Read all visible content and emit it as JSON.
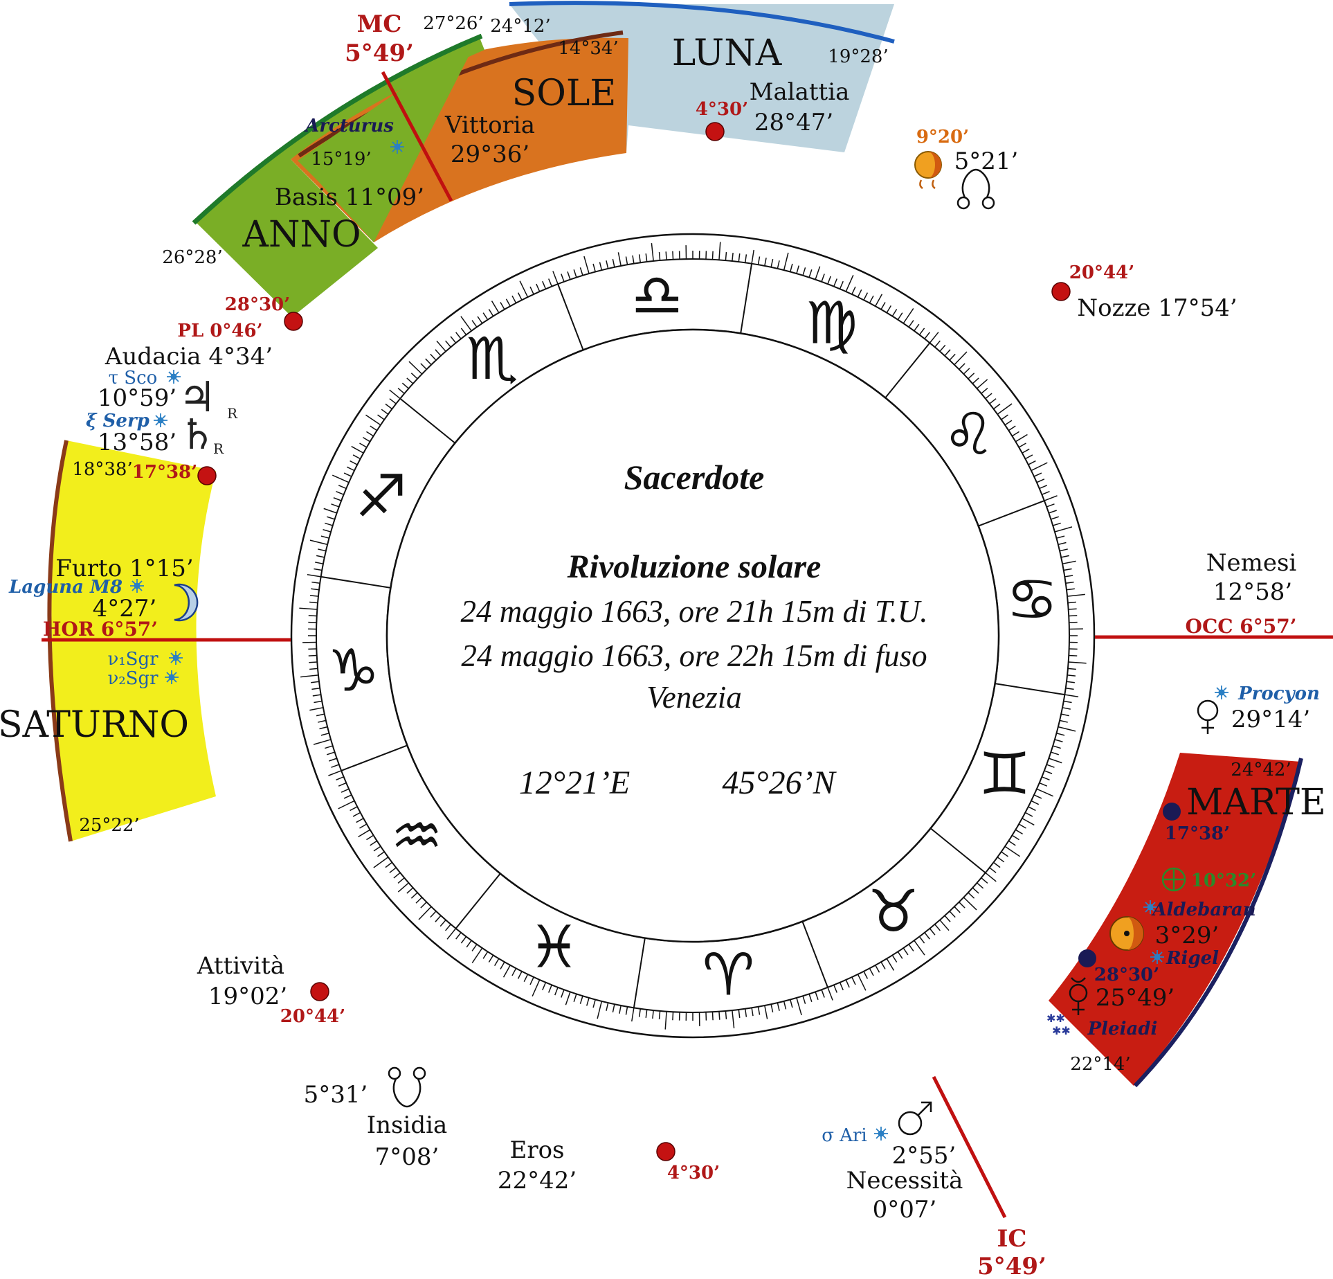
{
  "center": {
    "title": "Sacerdote",
    "subtitle": "Rivoluzione solare",
    "line1": "24 maggio 1663, ore 21h 15m di T.U.",
    "line2": "24 maggio 1663, ore 22h 15m di fuso",
    "place": "Venezia",
    "longitude": "12°21’E",
    "latitude": "45°26’N"
  },
  "signs": [
    {
      "glyph": "♎",
      "angle": 96
    },
    {
      "glyph": "♍",
      "angle": 66
    },
    {
      "glyph": "♌",
      "angle": 36
    },
    {
      "glyph": "♋",
      "angle": 6
    },
    {
      "glyph": "♊",
      "angle": -24
    },
    {
      "glyph": "♉",
      "angle": -54
    },
    {
      "glyph": "♈",
      "angle": -84
    },
    {
      "glyph": "♓",
      "angle": -114
    },
    {
      "glyph": "♒",
      "angle": -144
    },
    {
      "glyph": "♑",
      "angle": -174
    },
    {
      "glyph": "♐",
      "angle": -204
    },
    {
      "glyph": "♏",
      "angle": -234
    }
  ],
  "colors": {
    "luna": "#bcd3de",
    "sole": "#d9731f",
    "anno": "#7aae26",
    "saturno": "#f2ee1c",
    "marte": "#c81d12",
    "axis": "#c01010",
    "dot": "#c41212",
    "star": "#2a7fc4"
  },
  "sectors": {
    "luna": {
      "label": "LUNA",
      "start_deg": "24°12’",
      "end_deg": "19°28’"
    },
    "sole": {
      "label": "SOLE",
      "deg": "14°34’"
    },
    "anno": {
      "label": "ANNO",
      "start_deg": "27°26’",
      "end_deg": "26°28’"
    },
    "saturno": {
      "label": "SATURNO",
      "start_deg": "18°38’",
      "end_deg": "25°22’"
    },
    "marte": {
      "label": "MARTE",
      "start_deg": "24°42’",
      "end_deg": "22°14’"
    }
  },
  "axes": {
    "mc_label": "MC",
    "mc_deg": "5°49’",
    "ic_label": "IC",
    "ic_deg": "5°49’",
    "hor": "HOR 6°57’",
    "occ": "OCC 6°57’"
  },
  "labels": {
    "arcturus": "Arcturus",
    "arcturus_deg": "15°19’",
    "vittoria": "Vittoria",
    "vittoria_deg": "29°36’",
    "malattia": "Malattia",
    "malattia_deg": "28°47’",
    "basis": "Basis 11°09’",
    "dot_mc": "4°30’",
    "sun_cusp": "9°20’",
    "node_deg": "5°21’",
    "nozze_dot": "20°44’",
    "nozze": "Nozze 17°54’",
    "pl_dot": "28°30’",
    "pl": "PL 0°46’",
    "audacia": "Audacia 4°34’",
    "tau_sco": "τ Sco",
    "jup_deg": "10°59’",
    "xi_serp": "ξ Serp",
    "sat_deg": "13°58’",
    "saturno_dot": "17°38’",
    "retro": "R",
    "furto": "Furto 1°15’",
    "laguna": "Laguna M8",
    "moon_deg": "4°27’",
    "nu1": "ν₁Sgr",
    "nu2": "ν₂Sgr",
    "nemesi": "Nemesi",
    "nemesi_deg": "12°58’",
    "procyon": "Procyon",
    "venus_deg": "29°14’",
    "marte_dot": "17°38’",
    "fortuna": "10°32’",
    "aldebaran": "Aldebaran",
    "aldebaran_deg": "3°29’",
    "rigel": "Rigel",
    "marte_dot2": "28°30’",
    "mercury_deg": "25°49’",
    "pleiadi": "Pleiadi",
    "attivita": "Attività",
    "attivita_deg": "19°02’",
    "attivita_dot": "20°44’",
    "south_node_deg": "5°31’",
    "insidia": "Insidia",
    "insidia_deg": "7°08’",
    "eros": "Eros",
    "eros_deg": "22°42’",
    "eros_dot": "4°30’",
    "sigma_ari": "σ Ari",
    "mars_deg": "2°55’",
    "necessita": "Necessità",
    "necessita_deg": "0°07’"
  }
}
